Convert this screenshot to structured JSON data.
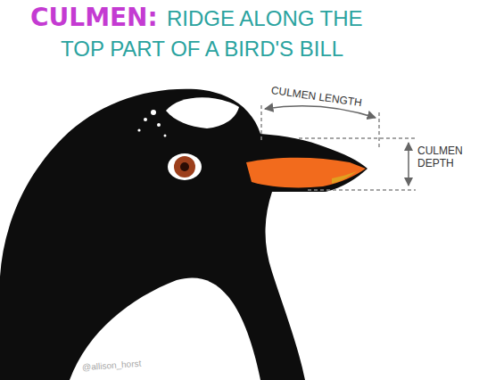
{
  "diagram": {
    "title": "CULMEN:",
    "labels": [
      "RIDGE ALONG THE TOP PART OF A BIRD'S BILL",
      "CULMEN LENGTH",
      "CULMEN DEPTH",
      "@allison_horst"
    ]
  }
}
